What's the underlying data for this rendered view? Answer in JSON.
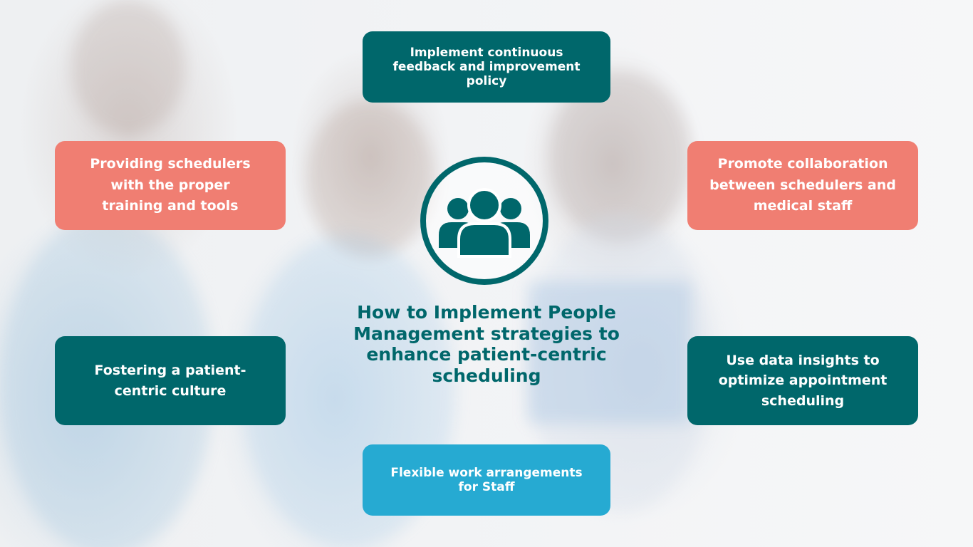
{
  "title": "How to Implement People Management strategies to enhance patient-centric scheduling",
  "icon": "group-people-icon",
  "colors": {
    "teal": "#00676b",
    "coral": "#f07e72",
    "sky": "#26aad2",
    "text_on_box": "#ffffff"
  },
  "boxes": {
    "top": "Implement continuous feedback and improvement policy",
    "left_top": "Providing schedulers with the proper training and tools",
    "right_top": "Promote collaboration between schedulers and medical staff",
    "left_bottom": "Fostering a patient-centric culture",
    "right_bottom": "Use data insights to optimize appointment scheduling",
    "bottom": "Flexible work arrangements for Staff"
  }
}
